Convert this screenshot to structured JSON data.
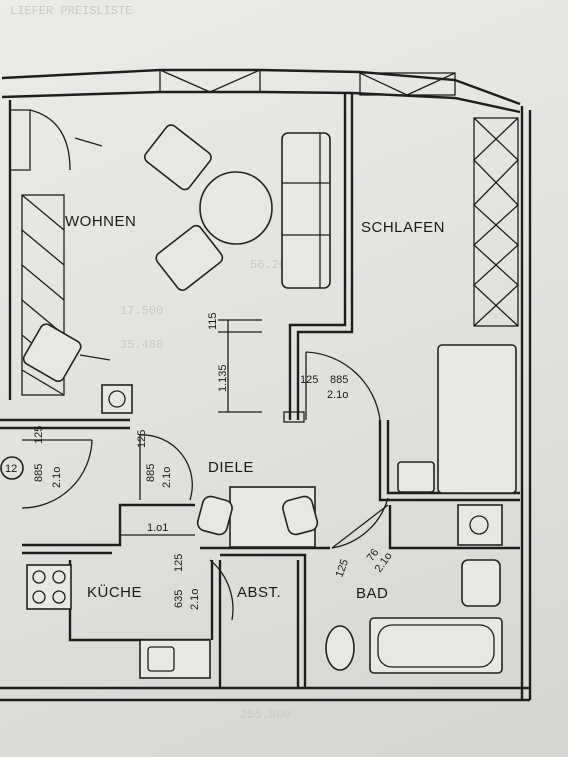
{
  "rooms": {
    "wohnen": "WOHNEN",
    "schlafen": "SCHLAFEN",
    "diele": "DIELE",
    "kueche": "KÜCHE",
    "abst": "ABST.",
    "bad": "BAD"
  },
  "dimensions": {
    "wall_115": "115",
    "height_1135": "1.135",
    "door_885_bed": "885",
    "door_21_bed": "2.1o",
    "door_125_bed": "125",
    "door_125_hall": "125",
    "door_885_hall": "885",
    "door_21_hall": "2.1o",
    "door_125_left": "125",
    "door_885_left": "885",
    "door_21_left": "2.1o",
    "width_101": "1.o1",
    "door_125_kitchen": "125",
    "door_635_kitchen": "635",
    "door_21_kitchen": "2.1o",
    "door_125_bath": "125",
    "door_76_bath": "76",
    "door_21_bath": "2.1o",
    "unit_number": "12"
  },
  "colors": {
    "paper": "#e6e5e2",
    "ink": "#1e1e1e"
  }
}
